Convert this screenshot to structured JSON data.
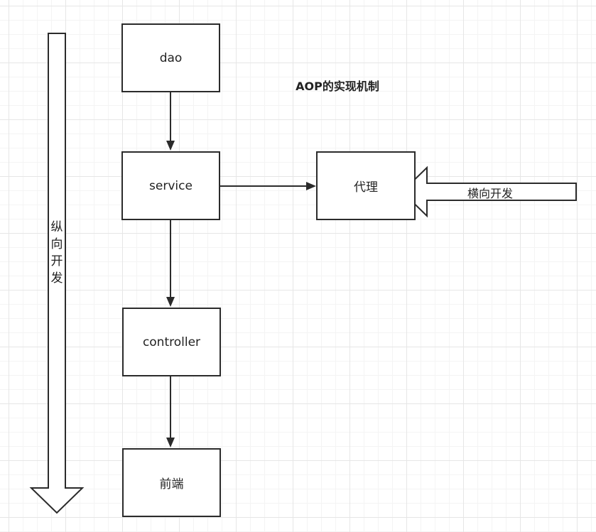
{
  "diagram": {
    "title": "AOP的实现机制",
    "nodes": {
      "dao": "dao",
      "service": "service",
      "controller": "controller",
      "frontend": "前端",
      "proxy": "代理"
    },
    "arrows": {
      "vertical_label": "纵向开发",
      "horizontal_label": "横向开发"
    },
    "colors": {
      "stroke": "#2b2b2b",
      "grid": "#e6e6e6",
      "background": "#ffffff"
    }
  }
}
